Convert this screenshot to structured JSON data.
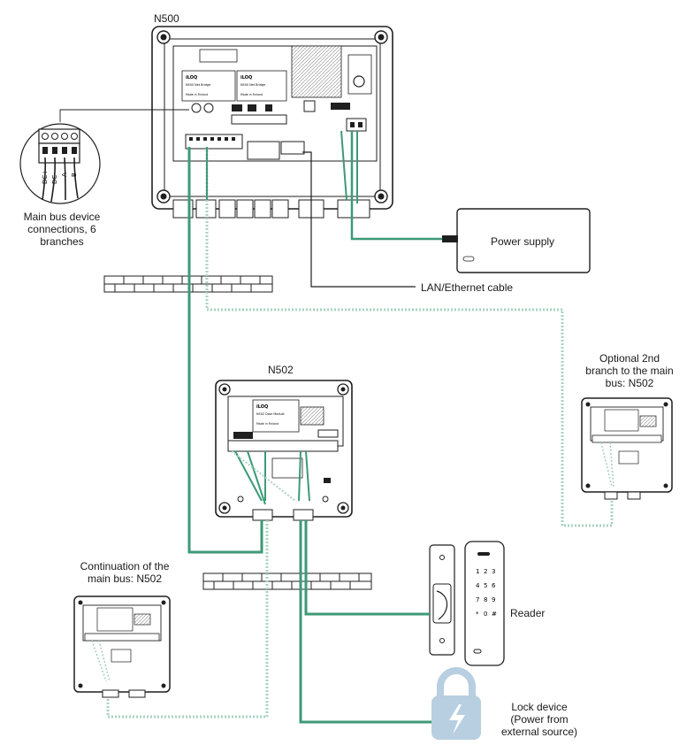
{
  "colors": {
    "bus": "#3d9a76",
    "bus_dotted": "#a9d3c0",
    "device_outline": "#1f1f1f",
    "lock_fill": "#b7cfe0"
  },
  "labels": {
    "n500": "N500",
    "n502": "N502",
    "main_bus_connections": "Main bus device connections, 6 branches",
    "power_supply": "Power supply",
    "lan": "LAN/Ethernet cable",
    "optional_branch": "Optional 2nd branch to the main bus: N502",
    "continuation": "Continuation of the main bus: N502",
    "reader": "Reader",
    "lock_device": "Lock device (Power from external source)"
  },
  "terminal_labels": [
    "DC+",
    "DC-",
    "A",
    "B"
  ],
  "board_text": {
    "brand": "iLOQ",
    "n500_module_1": "N500 Net Bridge",
    "n500_module_2": "N500 Net Bridge",
    "n502_module": "N502 Door Module",
    "made_in": "Made in Finland"
  },
  "reader_keys": [
    "1",
    "2",
    "3",
    "4",
    "5",
    "6",
    "7",
    "8",
    "9",
    "*",
    "0",
    "#"
  ]
}
